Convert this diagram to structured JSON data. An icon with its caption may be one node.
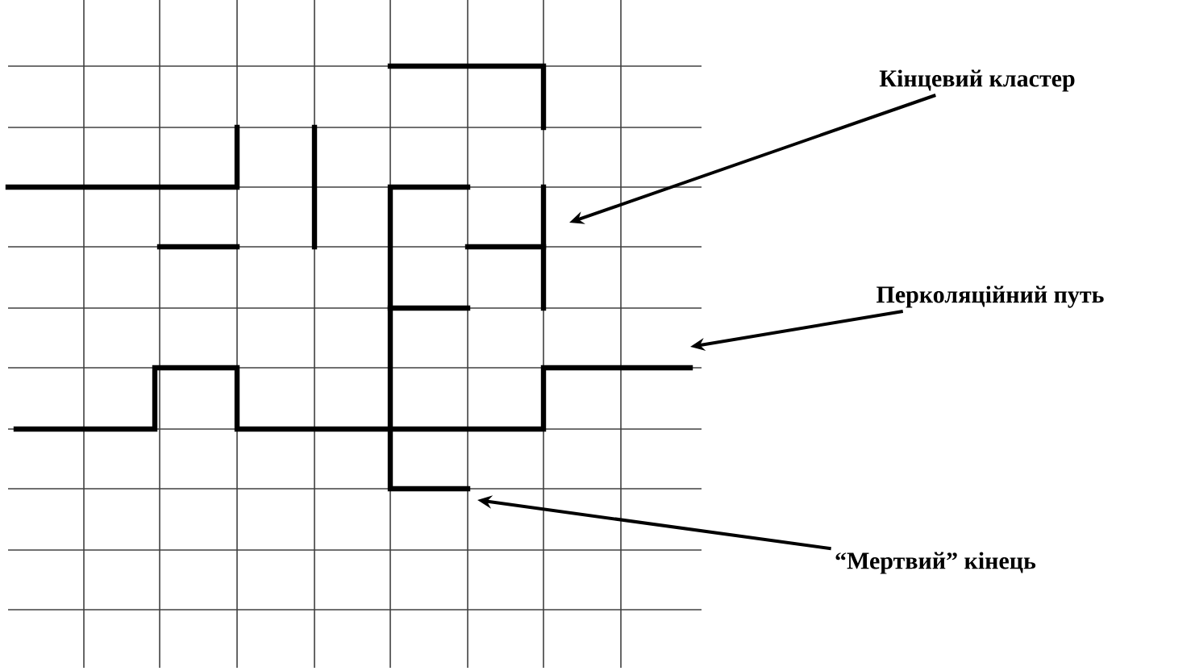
{
  "diagram": {
    "nodes": [
      {
        "text": [
          "Кінцевий кластер"
        ]
      },
      {
        "text": [
          "Перколяційний путь"
        ]
      },
      {
        "text": [
          "“Мертвий” кінець"
        ]
      }
    ],
    "edges": [
      {
        "from": 0,
        "to": null,
        "arrow": "to"
      },
      {
        "from": 1,
        "to": null,
        "arrow": "to"
      },
      {
        "from": 2,
        "to": null,
        "arrow": "to"
      }
    ]
  }
}
